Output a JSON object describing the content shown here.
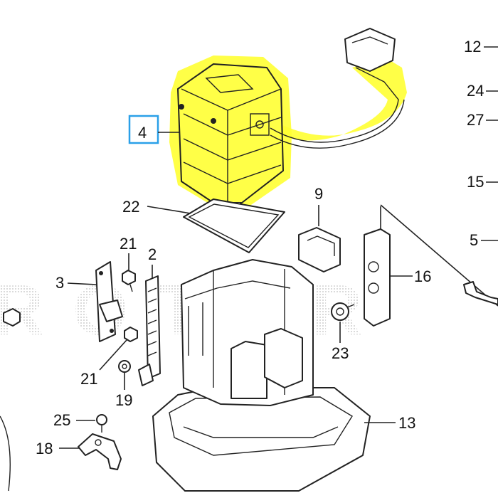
{
  "diagram": {
    "highlight_color": "#ffff33",
    "callout_box_color": "#2aa0e8",
    "watermark_color": "#d6d6d6",
    "watermark_text": "ROTOR",
    "labels": {
      "p12": "12",
      "p24": "24",
      "p27": "27",
      "p15": "15",
      "p5": "5",
      "p4": "4",
      "p22": "22",
      "p9": "9",
      "p21a": "21",
      "p2": "2",
      "p3": "3",
      "p16": "16",
      "p23": "23",
      "p21b": "21",
      "p19": "19",
      "p25": "25",
      "p13": "13",
      "p18": "18"
    }
  }
}
